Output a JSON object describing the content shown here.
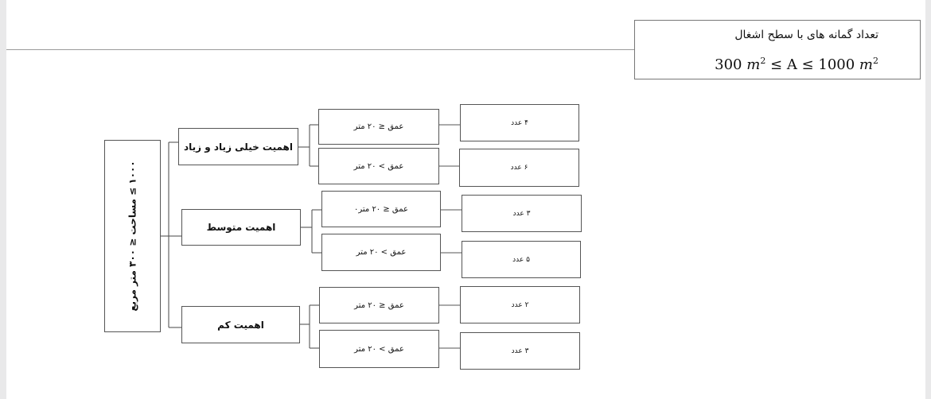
{
  "header": {
    "line1": "تعداد گمانه های با سطح اشغال",
    "line2_prefix": "300",
    "line2_suffix": "1000"
  },
  "root": {
    "label": "۱۰۰۰ ≥ مساحت ≤ ۳۰۰ متر مربع"
  },
  "branches": [
    {
      "label": "اهمیت خیلی زیاد و زیاد",
      "rows": [
        {
          "depth": "عمق ≤ ۲۰ متر",
          "count": "۴ عدد"
        },
        {
          "depth": "عمق > ۲۰ متر",
          "count": "۶ عدد"
        }
      ]
    },
    {
      "label": "اهمیت متوسط",
      "rows": [
        {
          "depth": "عمق ≤ ۲۰ متر۰",
          "count": "۳ عدد"
        },
        {
          "depth": "عمق > ۲۰ متر",
          "count": "۵ عدد"
        }
      ]
    },
    {
      "label": "اهمیت کم",
      "rows": [
        {
          "depth": "عمق ≤ ۲۰ متر",
          "count": "۲ عدد"
        },
        {
          "depth": "عمق > ۲۰ متر",
          "count": "۳ عدد"
        }
      ]
    }
  ],
  "colors": {
    "line": "#555555",
    "background": "#e9e9ea",
    "page": "#ffffff"
  }
}
